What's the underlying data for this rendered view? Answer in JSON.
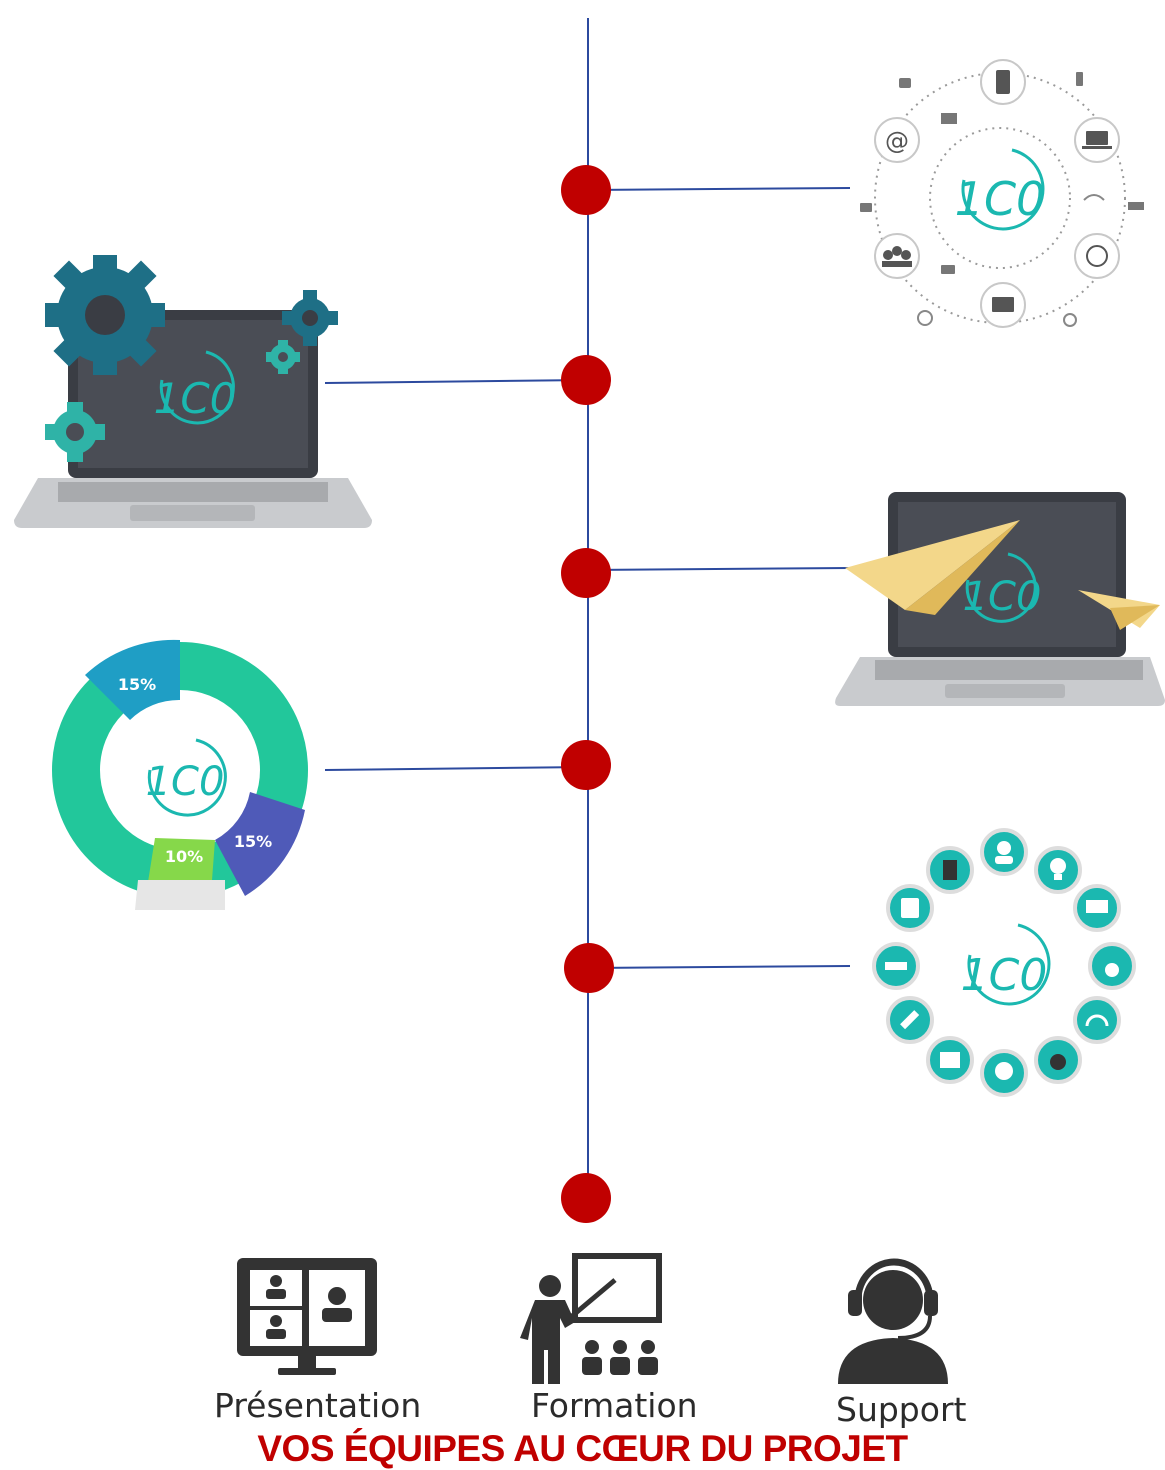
{
  "brand": {
    "logo_text": "1C0",
    "teal": "#1bb8b0",
    "timeline_color": "#2c4a9e",
    "node_color": "#c00000",
    "dark_icon": "#333333"
  },
  "illustrations": [
    {
      "name": "connected-devices-circle",
      "side": "right"
    },
    {
      "name": "laptop-settings-gears",
      "side": "left"
    },
    {
      "name": "laptop-paper-planes",
      "side": "right"
    },
    {
      "name": "donut-chart-logo",
      "side": "left"
    },
    {
      "name": "teal-icon-circle",
      "side": "right"
    }
  ],
  "donut": {
    "labels": [
      "15%",
      "15%",
      "10%"
    ]
  },
  "team": {
    "items": [
      {
        "label": "Présentation",
        "icon": "video-conference-icon"
      },
      {
        "label": "Formation",
        "icon": "trainer-board-icon"
      },
      {
        "label": "Support",
        "icon": "headset-support-icon"
      }
    ],
    "headline": "VOS ÉQUIPES AU CŒUR DU PROJET"
  }
}
